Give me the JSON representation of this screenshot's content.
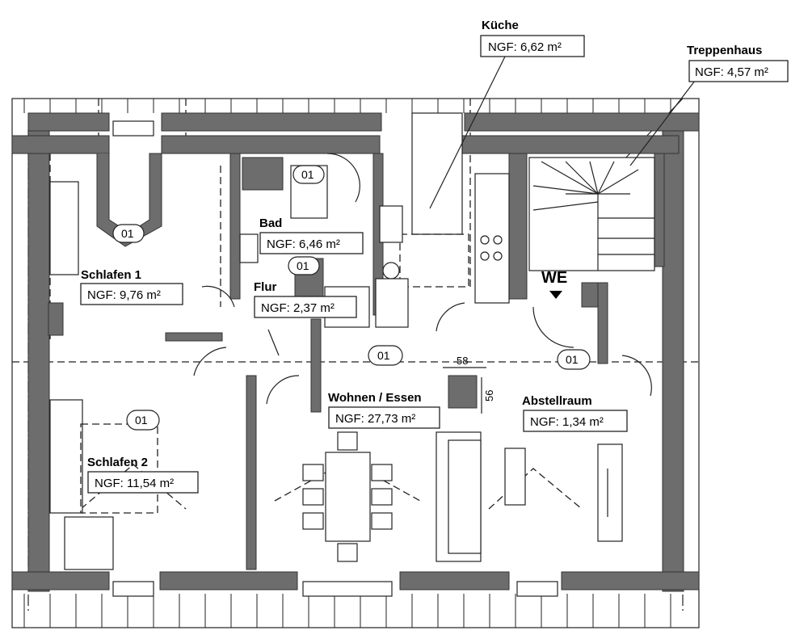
{
  "rooms": {
    "kueche": {
      "name": "Küche",
      "area": "NGF: 6,62 m²"
    },
    "treppenhaus": {
      "name": "Treppenhaus",
      "area": "NGF: 4,57 m²"
    },
    "bad": {
      "name": "Bad",
      "area": "NGF: 6,46 m²"
    },
    "schlafen1": {
      "name": "Schlafen 1",
      "area": "NGF: 9,76 m²"
    },
    "flur": {
      "name": "Flur",
      "area": "NGF: 2,37 m²"
    },
    "wohnen": {
      "name": "Wohnen / Essen",
      "area": "NGF: 27,73 m²"
    },
    "abstellraum": {
      "name": "Abstellraum",
      "area": "NGF: 1,34 m²"
    },
    "schlafen2": {
      "name": "Schlafen 2",
      "area": "NGF: 11,54 m²"
    }
  },
  "door_tags": [
    "01",
    "01",
    "01",
    "01",
    "01",
    "01"
  ],
  "entrance": "WE",
  "column_dims": {
    "width": "58",
    "depth": "56"
  }
}
